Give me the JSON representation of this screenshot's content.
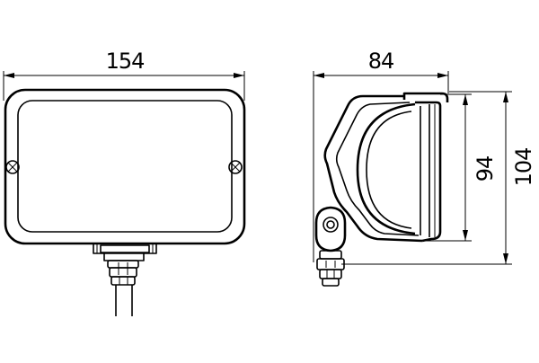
{
  "dimensions": {
    "front_width": "154",
    "side_depth": "84",
    "side_height_inner": "94",
    "side_height_total": "104"
  }
}
